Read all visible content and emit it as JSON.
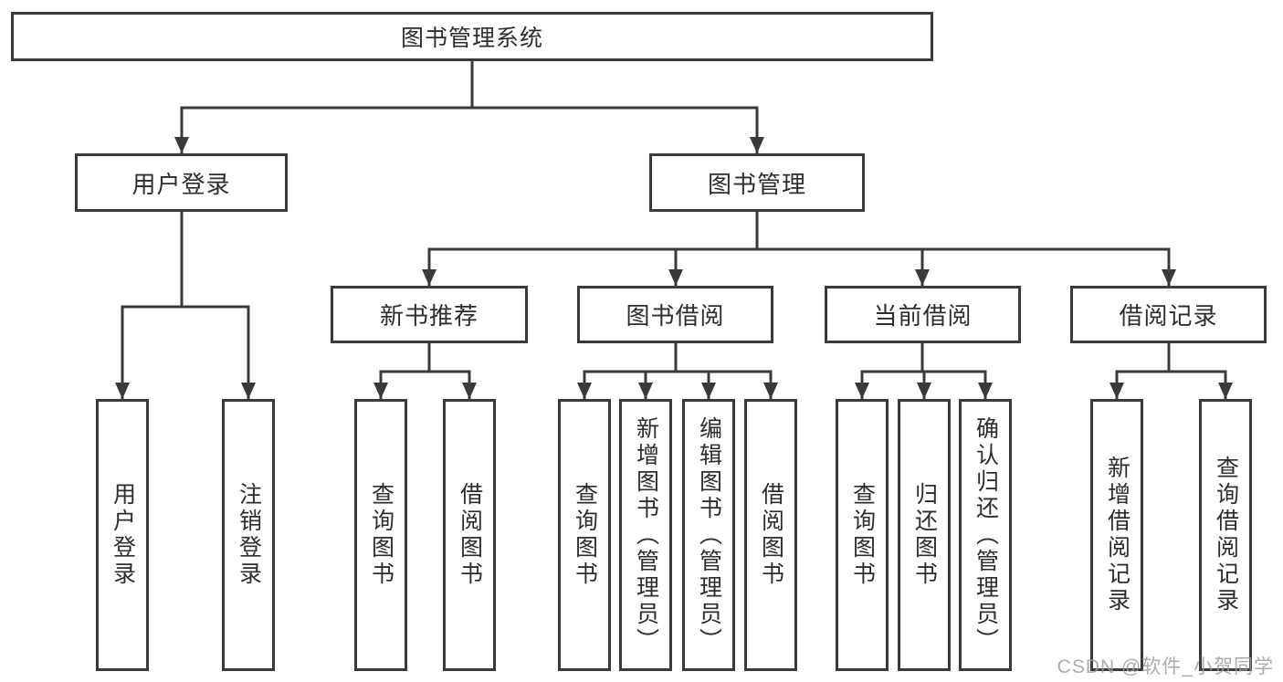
{
  "colors": {
    "background": "#ffffff",
    "line": "#3a3a3a",
    "box_border": "#3a3a3a",
    "box_fill": "#ffffff",
    "text": "#2d2d2d",
    "watermark": "#9e9e9e"
  },
  "watermark": {
    "text": "CSDN @软件_小贺同学"
  },
  "tree": {
    "label": "图书管理系统",
    "children": [
      {
        "label": "用户登录",
        "children": [
          {
            "label": "用户登录"
          },
          {
            "label": "注销登录"
          }
        ]
      },
      {
        "label": "图书管理",
        "children": [
          {
            "label": "新书推荐",
            "children": [
              {
                "label": "查询图书"
              },
              {
                "label": "借阅图书"
              }
            ]
          },
          {
            "label": "图书借阅",
            "children": [
              {
                "label": "查询图书"
              },
              {
                "label": "新增图书（管理员）"
              },
              {
                "label": "编辑图书（管理员）"
              },
              {
                "label": "借阅图书"
              }
            ]
          },
          {
            "label": "当前借阅",
            "children": [
              {
                "label": "查询图书"
              },
              {
                "label": "归还图书"
              },
              {
                "label": "确认归还（管理员）"
              }
            ]
          },
          {
            "label": "借阅记录",
            "children": [
              {
                "label": "新增借阅记录"
              },
              {
                "label": "查询借阅记录"
              }
            ]
          }
        ]
      }
    ]
  }
}
